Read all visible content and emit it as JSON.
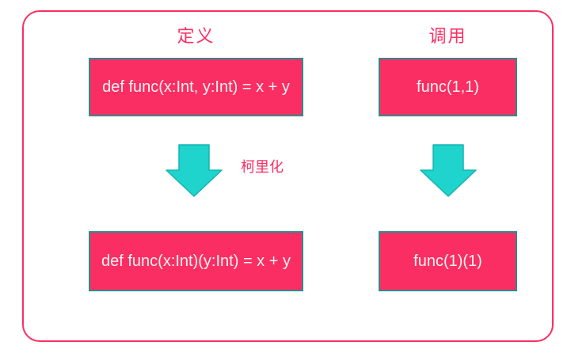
{
  "diagram": {
    "left_column_title": "定义",
    "right_column_title": "调用",
    "boxes": {
      "definition_original": "def func(x:Int, y:Int) = x + y",
      "invocation_original": "func(1,1)",
      "definition_curried": "def func(x:Int)(y:Int) = x + y",
      "invocation_curried": "func(1)(1)"
    },
    "arrow_label": "柯里化",
    "colors": {
      "box_fill": "#fb2e63",
      "box_border": "#2e8b8b",
      "box_text": "#f2f2f2",
      "title_text": "#fb2e63",
      "container_border": "#fb2e63",
      "arrow_fill": "#1ed4cd",
      "arrow_stroke": "#14b3b0",
      "background": "#ffffff"
    }
  }
}
